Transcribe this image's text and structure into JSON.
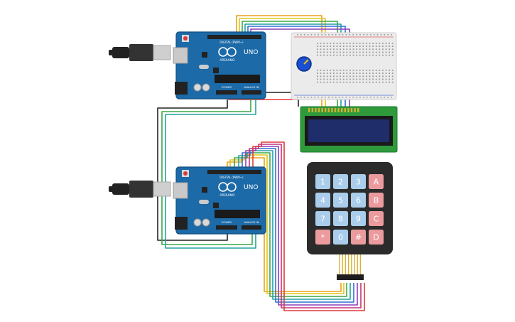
{
  "colors": {
    "arduino_board": "#1c6aa8",
    "arduino_board_edge": "#15507f",
    "breadboard": "#ebebeb",
    "lcd_pcb": "#2f9a3c",
    "lcd_screen": "#1f2d6b",
    "keypad_body": "#2b2b2b",
    "key_blue": "#a9cdeb",
    "key_red": "#eb9a9d",
    "pot": "#1a4fd1",
    "usb_plug": "#222222"
  },
  "arduino_top": {
    "brand": "ARDUINO",
    "model": "UNO",
    "header_digital": "DIGITAL (PWM~)",
    "header_power": "POWER",
    "header_analog": "ANALOG IN"
  },
  "arduino_bottom": {
    "brand": "ARDUINO",
    "model": "UNO",
    "header_digital": "DIGITAL (PWM~)",
    "header_power": "POWER",
    "header_analog": "ANALOG IN"
  },
  "keypad": {
    "rows": [
      [
        {
          "label": "1",
          "kind": "blue"
        },
        {
          "label": "2",
          "kind": "blue"
        },
        {
          "label": "3",
          "kind": "blue"
        },
        {
          "label": "A",
          "kind": "red"
        }
      ],
      [
        {
          "label": "4",
          "kind": "blue"
        },
        {
          "label": "5",
          "kind": "blue"
        },
        {
          "label": "6",
          "kind": "blue"
        },
        {
          "label": "B",
          "kind": "red"
        }
      ],
      [
        {
          "label": "7",
          "kind": "blue"
        },
        {
          "label": "8",
          "kind": "blue"
        },
        {
          "label": "9",
          "kind": "blue"
        },
        {
          "label": "C",
          "kind": "red"
        }
      ],
      [
        {
          "label": "*",
          "kind": "red"
        },
        {
          "label": "0",
          "kind": "blue"
        },
        {
          "label": "#",
          "kind": "red"
        },
        {
          "label": "D",
          "kind": "red"
        }
      ]
    ]
  },
  "wire_colors": [
    "#e8a21b",
    "#e0c51c",
    "#3aa845",
    "#23a3a0",
    "#2f6fd6",
    "#8b3fb8",
    "#c2337a",
    "#e03a3a"
  ]
}
